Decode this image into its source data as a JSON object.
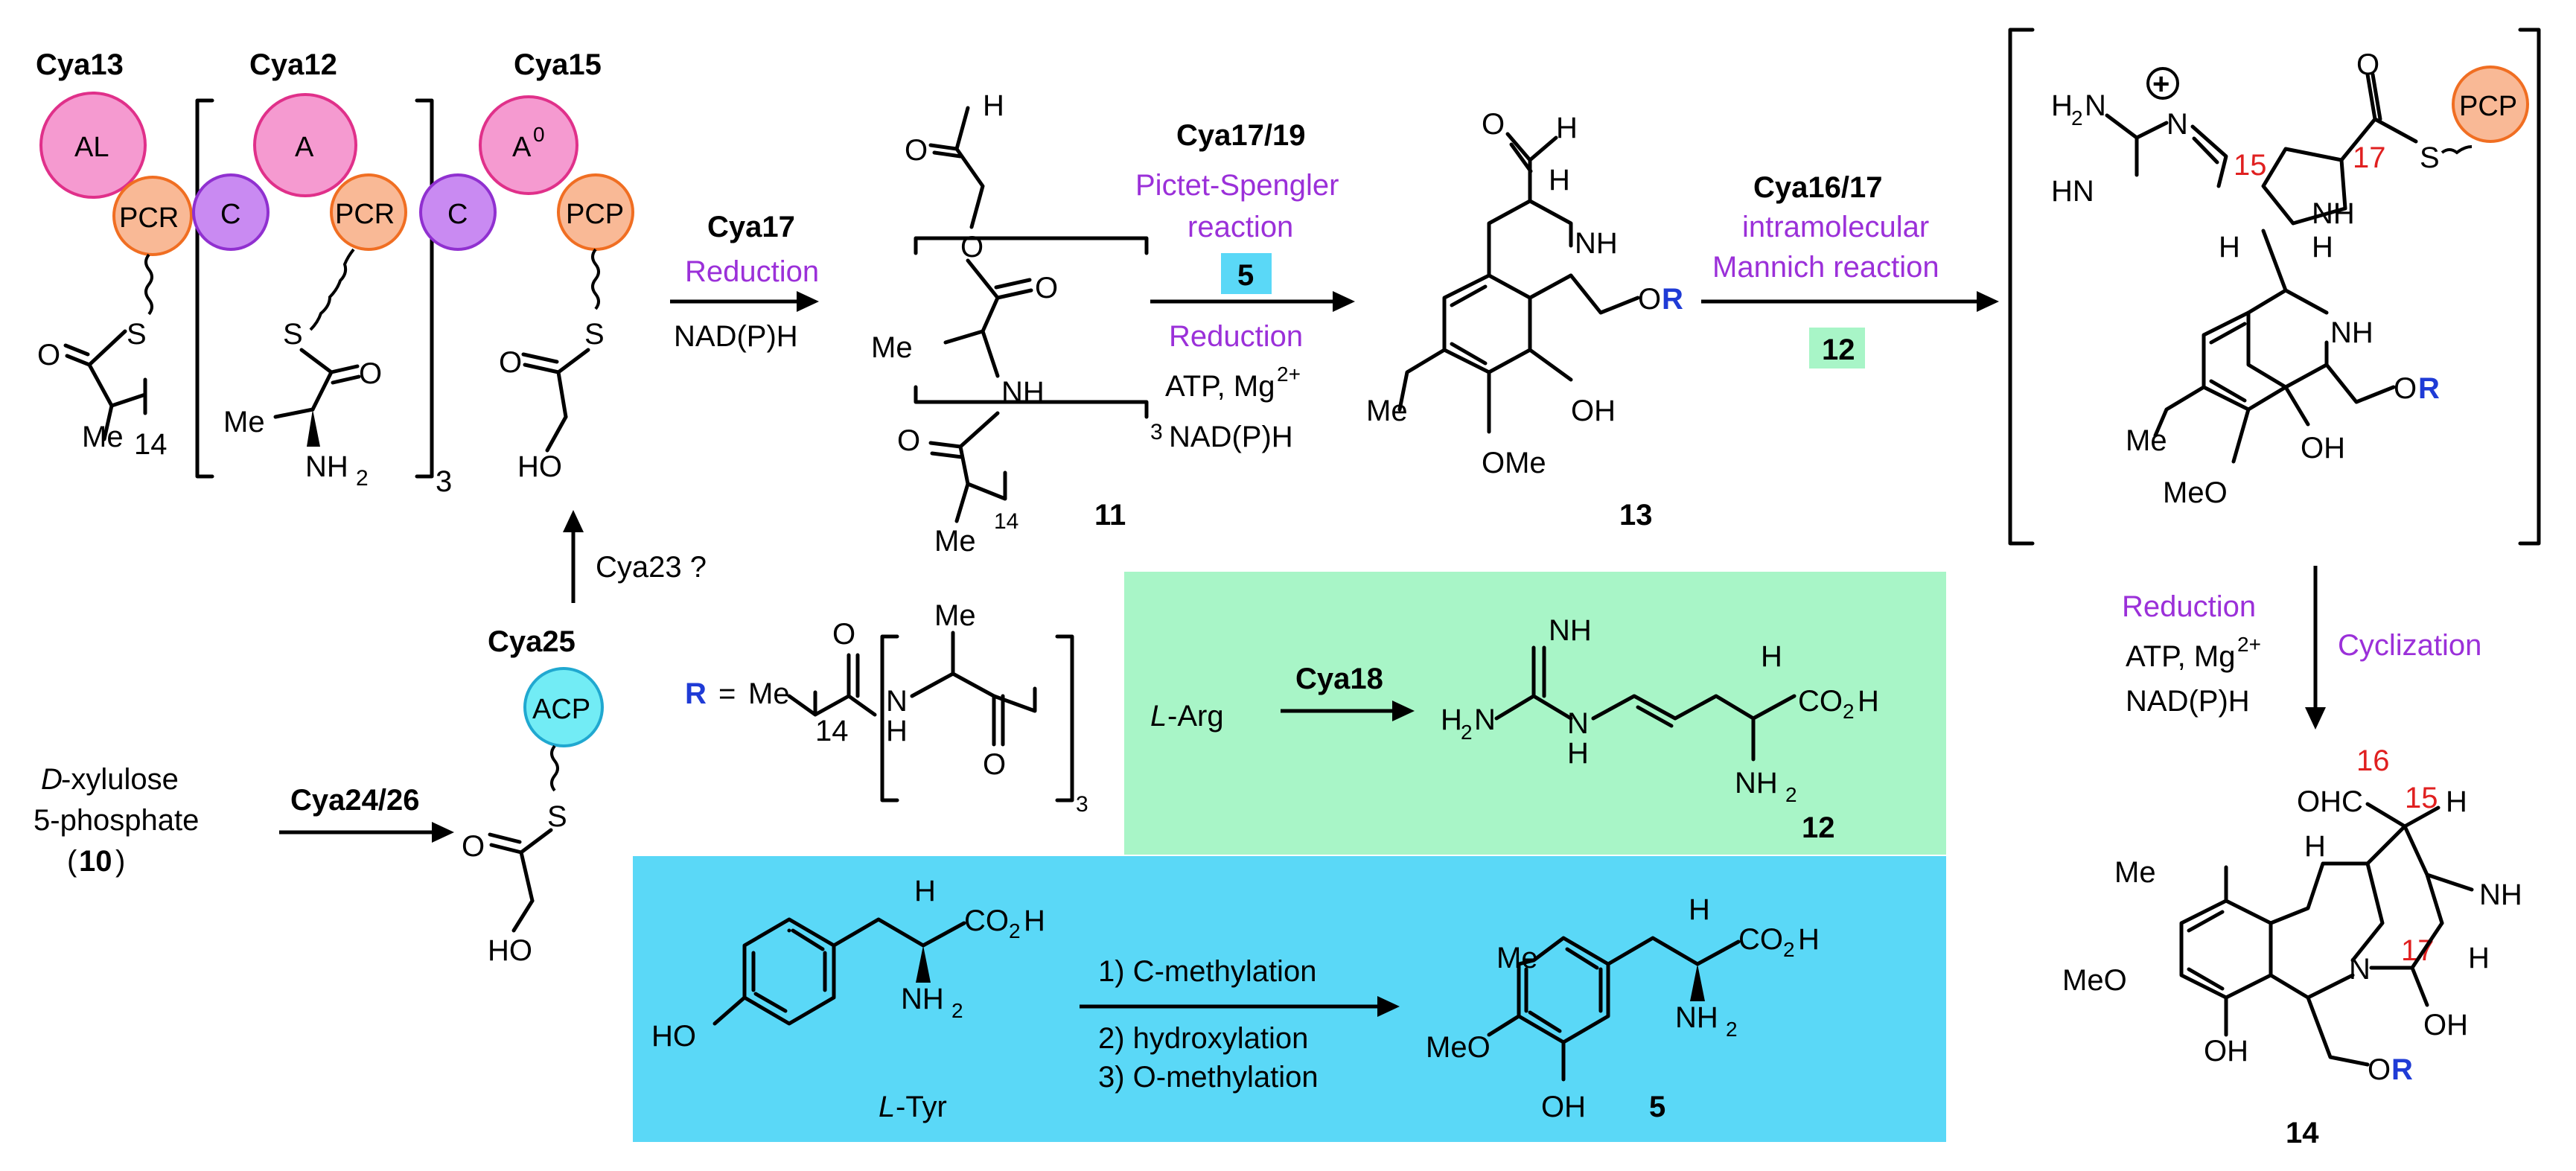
{
  "colors": {
    "purple_text": "#9b30d9",
    "red_number": "#e02020",
    "blue_R": "#1f3bd6",
    "green_box": "#a8f5c7",
    "cyan_box": "#5ad8f7",
    "AL_domain": "#f59ad0",
    "PCP_domain": "#f9b996",
    "C_domain": "#c98af2",
    "ACP_domain": "#72ecf5"
  },
  "enzymes": {
    "cya13": "Cya13",
    "cya12": "Cya12",
    "cya15": "Cya15",
    "cya17_red": "Cya17",
    "cya17_19": "Cya17/19",
    "cya16_17": "Cya16/17",
    "cya25": "Cya25",
    "cya23": "Cya23 ?",
    "cya24_26": "Cya24/26",
    "cya18": "Cya18"
  },
  "domains": {
    "al": "AL",
    "pcr": "PCR",
    "a": "A",
    "c": "C",
    "a0": "A",
    "a0_sup": "0",
    "pcp": "PCP",
    "acp": "ACP"
  },
  "reactions": {
    "reduction": "Reduction",
    "nadph": "NAD(P)H",
    "pictet1": "Pictet-Spengler",
    "pictet2": "reaction",
    "box5": "5",
    "reduction2": "Reduction",
    "atp": "ATP, Mg",
    "atp_sup": "2+",
    "nadph2": "NAD(P)H",
    "intramol": "intramolecular",
    "mannich": "Mannich reaction",
    "box12": "12",
    "reduction3": "Reduction",
    "cyclization": "Cyclization",
    "atp3": "ATP, Mg",
    "atp3_sup": "2+",
    "nadph3": "NAD(P)H",
    "step1": "1) C-methylation",
    "step2": "2) hydroxylation",
    "step3": "3) O-methylation"
  },
  "compounds": {
    "c11": "11",
    "c13": "13",
    "c12": "12",
    "c14": "14",
    "c5": "5",
    "c10": "10",
    "xyl1": "D",
    "xyl1b": "-xylulose",
    "xyl2": "5-phosphate",
    "larg_l": "L",
    "larg_r": "-Arg",
    "ltyr_l": "L",
    "ltyr_r": "-Tyr"
  },
  "atoms": {
    "me": "Me",
    "me14": "14",
    "s": "S",
    "o": "O",
    "h": "H",
    "nh": "NH",
    "nh2": "NH",
    "two": "2",
    "three": "3",
    "ho": "HO",
    "oh": "OH",
    "ome": "OMe",
    "meo": "MeO",
    "co2h": "CO",
    "r_eq": "R",
    "eq": "=",
    "r": "R",
    "orr": "O",
    "n": "N",
    "hn": "HN",
    "h2n": "H",
    "ohc": "OHC",
    "n15": "15",
    "n16": "16",
    "n17": "17",
    "plus": "+"
  }
}
